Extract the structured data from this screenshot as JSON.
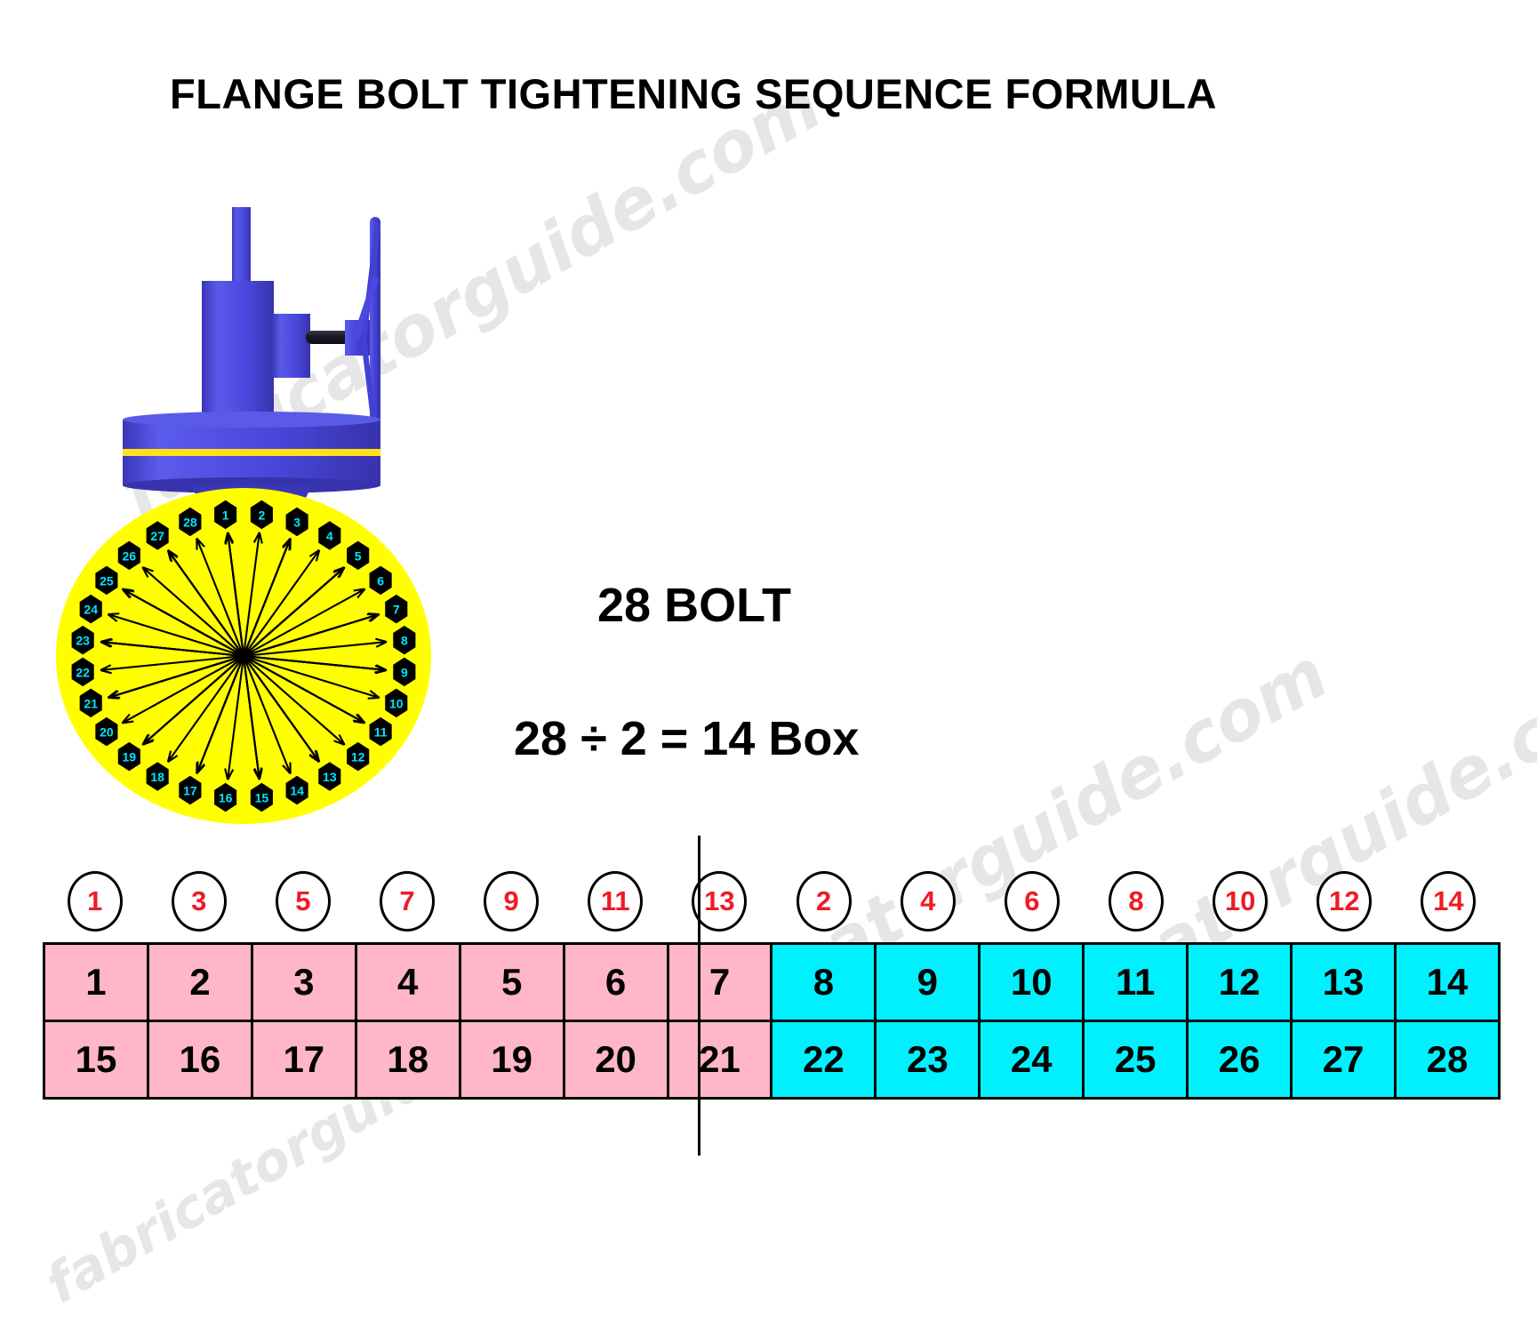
{
  "title": "FLANGE BOLT  TIGHTENING SEQUENCE FORMULA",
  "labels": {
    "bolt_count": "28 BOLT",
    "formula": "28 ÷ 2 = 14 Box"
  },
  "watermark": {
    "text": "fabricatorguide.com",
    "color": "#e6e6e6"
  },
  "colors": {
    "valve_body": "#4a4ae0",
    "valve_shadow": "#3a36b8",
    "gasket": "#ffe01a",
    "shaft": "#1c1c26",
    "flange_face": "#ffff00",
    "nut_body": "#000000",
    "nut_number": "#00e5ff",
    "circle_number": "#ee1c25",
    "half_a": "#ffb6c8",
    "half_b": "#00f0ff",
    "border": "#000000"
  },
  "bolt_circle": {
    "total_bolts": 28,
    "bolt_labels": [
      "1",
      "2",
      "3",
      "4",
      "5",
      "6",
      "7",
      "8",
      "9",
      "10",
      "11",
      "12",
      "13",
      "14",
      "15",
      "16",
      "17",
      "18",
      "19",
      "20",
      "21",
      "22",
      "23",
      "24",
      "25",
      "26",
      "27",
      "28"
    ]
  },
  "box_numbers": {
    "left_group": [
      "1",
      "3",
      "5",
      "7",
      "9",
      "11",
      "13"
    ],
    "right_group": [
      "2",
      "4",
      "6",
      "8",
      "10",
      "12",
      "14"
    ]
  },
  "sequence_table": {
    "rows": [
      {
        "left": [
          "1",
          "2",
          "3",
          "4",
          "5",
          "6",
          "7"
        ],
        "right": [
          "8",
          "9",
          "10",
          "11",
          "12",
          "13",
          "14"
        ]
      },
      {
        "left": [
          "15",
          "16",
          "17",
          "18",
          "19",
          "20",
          "21"
        ],
        "right": [
          "22",
          "23",
          "24",
          "25",
          "26",
          "27",
          "28"
        ]
      }
    ]
  }
}
